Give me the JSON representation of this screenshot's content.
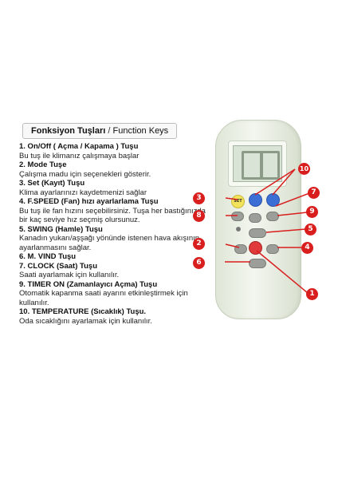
{
  "title": {
    "bold": "Fonksiyon Tuşları",
    "separator": " / ",
    "normal": "Function Keys"
  },
  "items": [
    {
      "heading": "1. On/Off ( Açma / Kapama ) Tuşu",
      "desc": "Bu tuş ile klimanız çalışmaya başlar"
    },
    {
      "heading": "2. Mode Tuşe",
      "desc": "Çalışma madu için seçenekleri gösterir."
    },
    {
      "heading": "3. Set (Kayıt) Tuşu",
      "desc": "Klima ayarlarınızı kaydetmenizi sağlar"
    },
    {
      "heading": "4. F.SPEED (Fan) hızı ayarlarlama Tuşu",
      "desc": "Bu tuş ile fan hızını seçebilirsiniz. Tuşa her bastığınızda bir kaç seviye hız seçmiş olursunuz."
    },
    {
      "heading": "5. SWING (Hamle) Tuşu",
      "desc": "Kanadın yukarı/aşşağı yönünde istenen hava akışının ayarlanmasını sağlar."
    },
    {
      "heading": "6. M. VIND Tuşu",
      "desc": ""
    },
    {
      "heading": "7. CLOCK (Saat) Tuşu",
      "desc": "Saati ayarlamak için kullanılır."
    },
    {
      "heading": "9. TIMER ON (Zamanlayıcı Açma) Tuşu",
      "desc": "Otomatik kapanma saati ayarını etkinleştirmek için kullanılır."
    },
    {
      "heading": "10. TEMPERATURE (Sıcaklık) Tuşu.",
      "desc": "Oda sıcaklığını ayarlamak için kullanılır."
    }
  ],
  "remote": {
    "set_label": "SET",
    "callouts": [
      "1",
      "2",
      "3",
      "4",
      "5",
      "6",
      "7",
      "8",
      "9",
      "10"
    ],
    "colors": {
      "callout": "#d91e1e",
      "set_button": "#f2e35a",
      "blue_button": "#3b6fd6",
      "power_button": "#e03a3a"
    }
  }
}
